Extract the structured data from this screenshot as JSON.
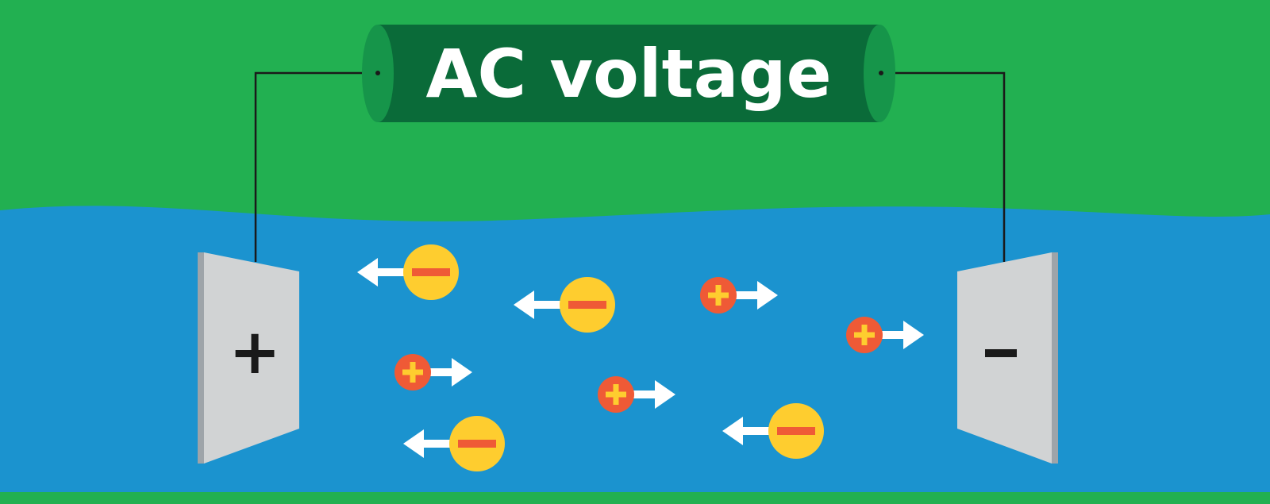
{
  "title": "AC voltage",
  "electrodes": {
    "left": {
      "sign": "+"
    },
    "right": {
      "sign": "-"
    }
  },
  "colors": {
    "background_green": "#22b051",
    "water_blue": "#1b93cf",
    "battery_dark": "#0a6b39",
    "battery_end": "#16954a",
    "electrode_face": "#d1d3d4",
    "electrode_edge": "#9ea4a9",
    "anion_fill": "#fecd2f",
    "anion_mark": "#ef5a36",
    "cation_fill": "#ef5a36",
    "cation_mark": "#fecd2f",
    "arrow": "#ffffff",
    "wire": "#1a1a1a"
  },
  "ions": [
    {
      "type": "anion",
      "direction": "left"
    },
    {
      "type": "anion",
      "direction": "left"
    },
    {
      "type": "cation",
      "direction": "right"
    },
    {
      "type": "cation",
      "direction": "right"
    },
    {
      "type": "cation",
      "direction": "right"
    },
    {
      "type": "cation",
      "direction": "right"
    },
    {
      "type": "anion",
      "direction": "left"
    },
    {
      "type": "anion",
      "direction": "left"
    }
  ]
}
